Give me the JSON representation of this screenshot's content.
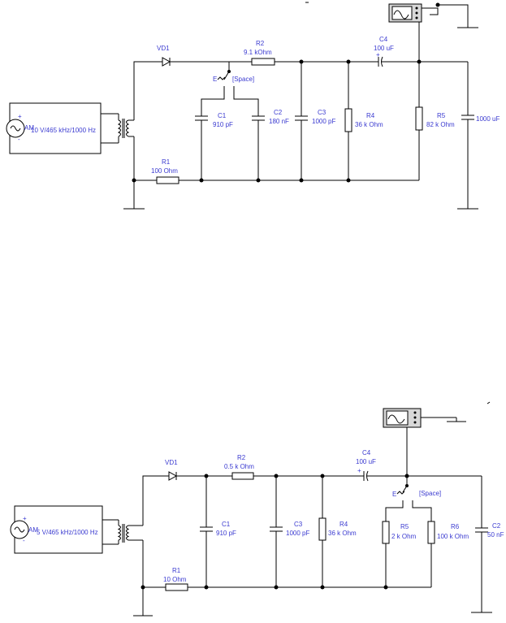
{
  "circuit1": {
    "source": {
      "label": "10 V/465 kHz/1000 Hz",
      "badge": "AM",
      "plus": "+",
      "minus": "-"
    },
    "vd1": "VD1",
    "r2": {
      "name": "R2",
      "value": "9.1 kOhm"
    },
    "c4": {
      "name": "C4",
      "value": "100 uF",
      "plus": "+"
    },
    "switch": {
      "key": "[Space]",
      "prefix": "E"
    },
    "c1": {
      "name": "C1",
      "value": "910 pF"
    },
    "c2": {
      "name": "C2",
      "value": "180 nF"
    },
    "c3": {
      "name": "C3",
      "value": "1000 pF"
    },
    "r4": {
      "name": "R4",
      "value": "36 k Ohm"
    },
    "r5": {
      "name": "R5",
      "value": "82 k Ohm"
    },
    "cout": {
      "value": "1000 uF"
    },
    "r1": {
      "name": "R1",
      "value": "100 Ohm"
    }
  },
  "circuit2": {
    "source": {
      "label": "5 V/465 kHz/1000 Hz",
      "badge": "AM",
      "plus": "+",
      "minus": "-"
    },
    "vd1": "VD1",
    "r2": {
      "name": "R2",
      "value": "0.5 k Ohm"
    },
    "c4": {
      "name": "C4",
      "value": "100 uF",
      "plus": "+"
    },
    "switch": {
      "key": "[Space]",
      "prefix": "E"
    },
    "c1": {
      "name": "C1",
      "value": "910 pF"
    },
    "c3": {
      "name": "C3",
      "value": "1000 pF"
    },
    "r4": {
      "name": "R4",
      "value": "36 k Ohm"
    },
    "r5": {
      "name": "R5",
      "value": "2 k Ohm"
    },
    "r6": {
      "name": "R6",
      "value": "100 k Ohm"
    },
    "c2": {
      "name": "C2",
      "value": "50 nF"
    },
    "r1": {
      "name": "R1",
      "value": "10 Ohm"
    }
  },
  "colors": {
    "wire": "#000000",
    "label": "#3a3ad0",
    "scope_body": "#d8d8d8"
  }
}
